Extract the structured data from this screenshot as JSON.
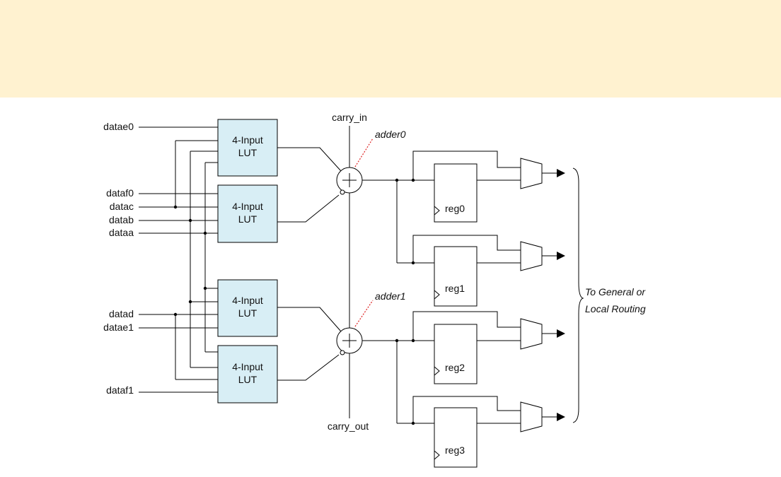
{
  "inputs": {
    "datae0": "datae0",
    "dataf0": "dataf0",
    "datac": "datac",
    "datab": "datab",
    "dataa": "dataa",
    "datad": "datad",
    "datae1": "datae1",
    "dataf1": "dataf1"
  },
  "luts": [
    {
      "line1": "4-Input",
      "line2": "LUT"
    },
    {
      "line1": "4-Input",
      "line2": "LUT"
    },
    {
      "line1": "4-Input",
      "line2": "LUT"
    },
    {
      "line1": "4-Input",
      "line2": "LUT"
    }
  ],
  "carry": {
    "in": "carry_in",
    "out": "carry_out"
  },
  "adders": {
    "adder0": "adder0",
    "adder1": "adder1"
  },
  "registers": [
    "reg0",
    "reg1",
    "reg2",
    "reg3"
  ],
  "routing": {
    "line1": "To General or",
    "line2": "Local Routing"
  },
  "colors": {
    "banner": "#fff2d0",
    "lut_fill": "#d8eef5",
    "callout": "#d22222"
  }
}
